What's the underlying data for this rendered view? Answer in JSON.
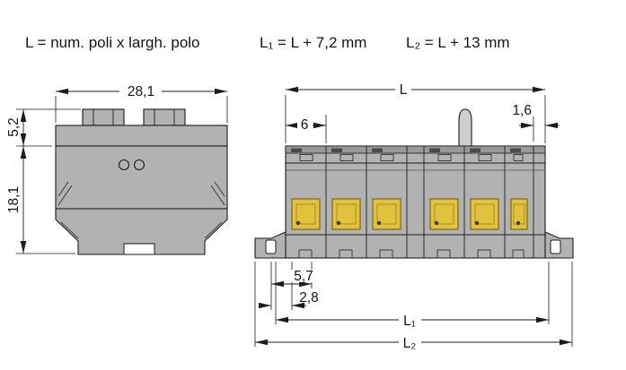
{
  "header": {
    "formula_pole_width": "L = num. poli x largh. polo",
    "formula_l1": "L₁ = L + 7,2 mm",
    "formula_l2": "L₂ = L + 13 mm"
  },
  "front_view": {
    "dim_overall_width": "28,1",
    "dim_cap_height": "5,2",
    "dim_body_height": "18,1"
  },
  "side_view": {
    "dim_pole_pitch": "6",
    "dim_end_plate_thickness": "1,6",
    "dim_length": "L",
    "dim_length_l1": "L₁",
    "dim_length_l2": "L₂",
    "dim_flange_offset": "5,7",
    "dim_hole_offset": "2,8"
  },
  "colors": {
    "body_gray": "#b2b2b2",
    "band_gray": "#999999",
    "dark_gray": "#4a4a4a",
    "clamp_yellow": "#e2c13c",
    "clamp_yellow_dark": "#8a7426",
    "line_black": "#1c1c1c",
    "background": "#ffffff"
  }
}
